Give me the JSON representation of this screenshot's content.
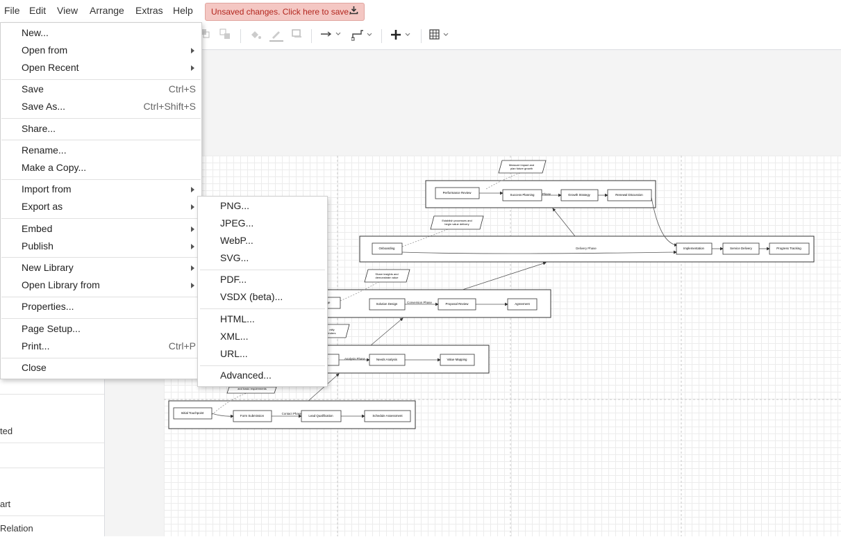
{
  "menubar": {
    "items": [
      "File",
      "Edit",
      "View",
      "Arrange",
      "Extras",
      "Help"
    ],
    "unsaved_label": "Unsaved changes. Click here to save."
  },
  "toolbar": {
    "icons": [
      "to-front-icon",
      "to-back-icon",
      "fill-color-icon",
      "line-color-icon",
      "shadow-icon",
      "connection-arrow-icon",
      "waypoints-icon",
      "insert-plus-icon",
      "table-icon"
    ]
  },
  "file_menu": {
    "items": [
      {
        "label": "New...",
        "shortcut": "",
        "submenu": false
      },
      {
        "label": "Open from",
        "shortcut": "",
        "submenu": true
      },
      {
        "label": "Open Recent",
        "shortcut": "",
        "submenu": true
      },
      {
        "label": "Save",
        "shortcut": "Ctrl+S",
        "submenu": false
      },
      {
        "label": "Save As...",
        "shortcut": "Ctrl+Shift+S",
        "submenu": false
      },
      {
        "label": "Share...",
        "shortcut": "",
        "submenu": false
      },
      {
        "label": "Rename...",
        "shortcut": "",
        "submenu": false
      },
      {
        "label": "Make a Copy...",
        "shortcut": "",
        "submenu": false
      },
      {
        "label": "Import from",
        "shortcut": "",
        "submenu": true
      },
      {
        "label": "Export as",
        "shortcut": "",
        "submenu": true
      },
      {
        "label": "Embed",
        "shortcut": "",
        "submenu": true
      },
      {
        "label": "Publish",
        "shortcut": "",
        "submenu": true
      },
      {
        "label": "New Library",
        "shortcut": "",
        "submenu": true
      },
      {
        "label": "Open Library from",
        "shortcut": "",
        "submenu": true
      },
      {
        "label": "Properties...",
        "shortcut": "",
        "submenu": false
      },
      {
        "label": "Page Setup...",
        "shortcut": "",
        "submenu": false
      },
      {
        "label": "Print...",
        "shortcut": "Ctrl+P",
        "submenu": false
      },
      {
        "label": "Close",
        "shortcut": "",
        "submenu": false
      }
    ]
  },
  "export_menu": {
    "items": [
      "PNG...",
      "JPEG...",
      "WebP...",
      "SVG...",
      "PDF...",
      "VSDX (beta)...",
      "HTML...",
      "XML...",
      "URL...",
      "Advanced..."
    ]
  },
  "left_panel": {
    "rows": [
      "ted",
      "",
      "art",
      "Relation"
    ]
  },
  "diagram": {
    "notes": {
      "n1": [
        "Measure impact and",
        "plan future growth"
      ],
      "n2": [
        "Establish processes and",
        "begin value delivery"
      ],
      "n3": [
        "Share insights and",
        "demonstrate value"
      ],
      "n4": [
        "ntify",
        "inders"
      ],
      "n5": [
        "and basic requirements"
      ]
    },
    "boxes": {
      "performance_review": "Performance Review",
      "success_planning": "Success Planning",
      "growth_strategy": "Growth Strategy",
      "renewal_discussion": "Renewal Discussion",
      "onboarding": "Onboarding",
      "implementation": "Implementation",
      "service_delivery": "Service Delivery",
      "progress_tracking": "Progress Tracking",
      "solution_design": "Solution Design",
      "proposal_review": "Proposal Review",
      "agreement": "Agreement",
      "needs_analysis": "Needs Analysis",
      "value_mapping": "Value Mapping",
      "initial_touchpoint": "Initial Touchpoint",
      "form_submission": "Form Submission",
      "lead_qualification": "Lead Qualification",
      "schedule_assessment": "Schedule Assessment",
      "partial_left": "ge",
      "partial_left2": "r"
    },
    "edge_labels": {
      "phase_top": "Phase",
      "delivery_phase": "Delivery Phase",
      "conversion_phase": "Conversion Phase",
      "analysis_phase": "Analysis Phase",
      "contact_phase": "Contact Phase"
    }
  }
}
